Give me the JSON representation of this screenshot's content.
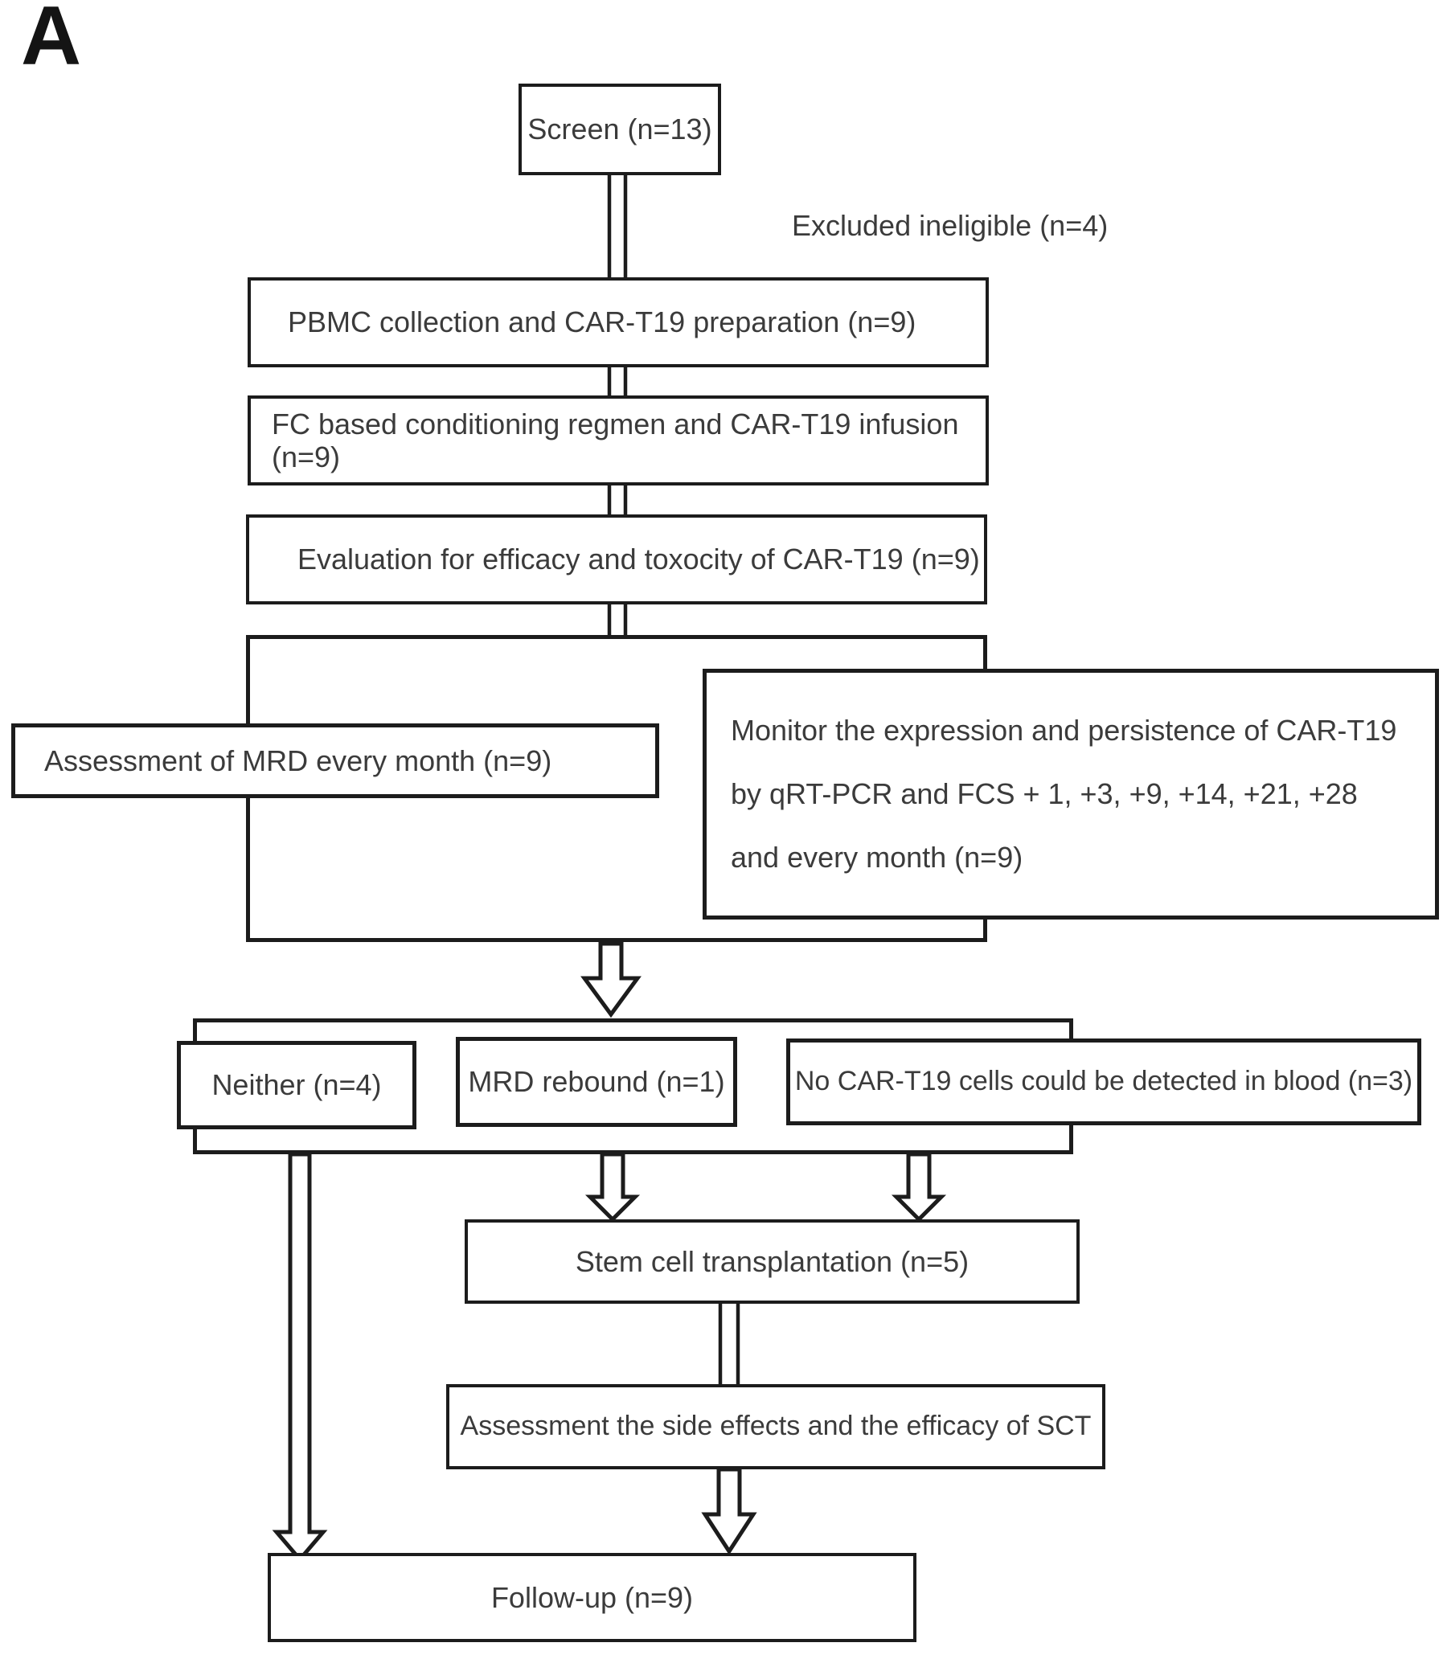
{
  "panel_label": "A",
  "colors": {
    "line": "#1c1c1c",
    "text": "#3b3b3b",
    "background": "#ffffff"
  },
  "nodes": {
    "screen": "Screen (n=13)",
    "excluded": "Excluded ineligible (n=4)",
    "pbmc": "PBMC collection and CAR-T19 preparation (n=9)",
    "conditioning": "FC based conditioning regmen and CAR-T19 infusion (n=9)",
    "evaluation": "Evaluation for efficacy and toxocity of CAR-T19 (n=9)",
    "mrd_assessment": "Assessment of MRD every month (n=9)",
    "monitor_line1": "Monitor the expression and persistence of CAR-T19",
    "monitor_line2": "by qRT-PCR and FCS + 1, +3, +9, +14, +21, +28",
    "monitor_line3": "and every month (n=9)",
    "neither": "Neither (n=4)",
    "mrd_rebound": "MRD rebound (n=1)",
    "no_car_t19": "No CAR-T19 cells could be detected in blood (n=3)",
    "stem_cell": "Stem cell transplantation (n=5)",
    "sct_assessment": "Assessment the side effects and the efficacy of SCT",
    "follow_up": "Follow-up (n=9)"
  }
}
